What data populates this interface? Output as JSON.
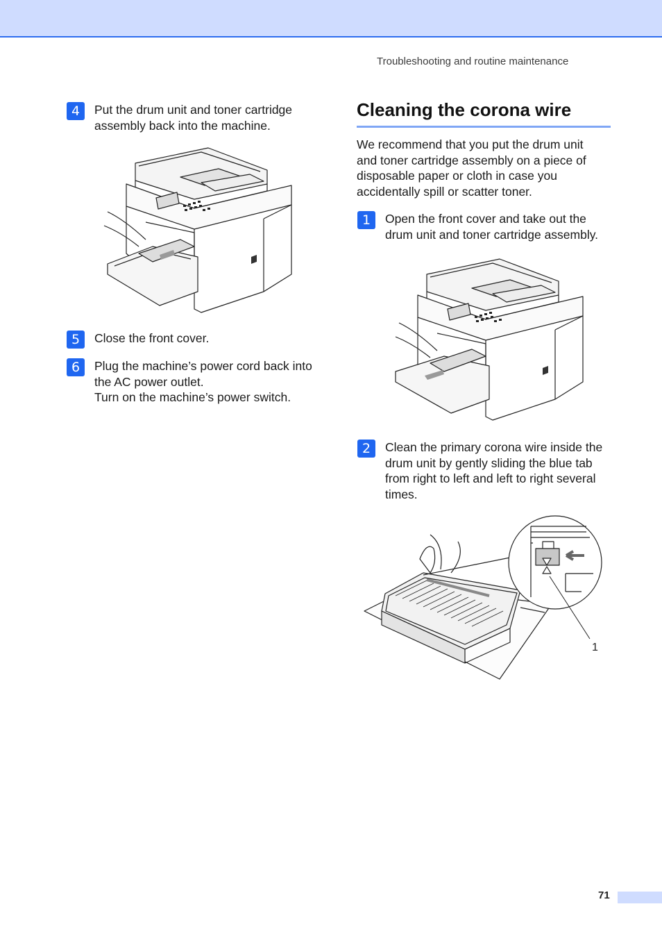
{
  "header": {
    "running_title": "Troubleshooting and routine maintenance"
  },
  "left_steps": [
    {
      "number": "4",
      "lines": [
        "Put the drum unit and toner cartridge",
        "assembly back into the machine."
      ]
    },
    {
      "number": "5",
      "lines": [
        "Close the front cover."
      ]
    },
    {
      "number": "6",
      "lines": [
        "Plug the machine’s power cord back into",
        "the AC power outlet.",
        "Turn on the machine’s power switch."
      ]
    }
  ],
  "section": {
    "title": "Cleaning the corona wire",
    "intro_lines": [
      "We recommend that you put the drum unit",
      "and toner cartridge assembly on a piece of",
      "disposable paper or cloth in case you",
      "accidentally spill or scatter toner."
    ],
    "steps": [
      {
        "number": "1",
        "lines": [
          "Open the front cover and take out the",
          "drum unit and toner cartridge assembly."
        ]
      },
      {
        "number": "2",
        "lines": [
          "Clean the primary corona wire inside the",
          "drum unit by gently sliding the blue tab",
          "from right to left and left to right several",
          "times."
        ]
      }
    ],
    "callout_label": "1"
  },
  "footer": {
    "page_number": "71"
  }
}
